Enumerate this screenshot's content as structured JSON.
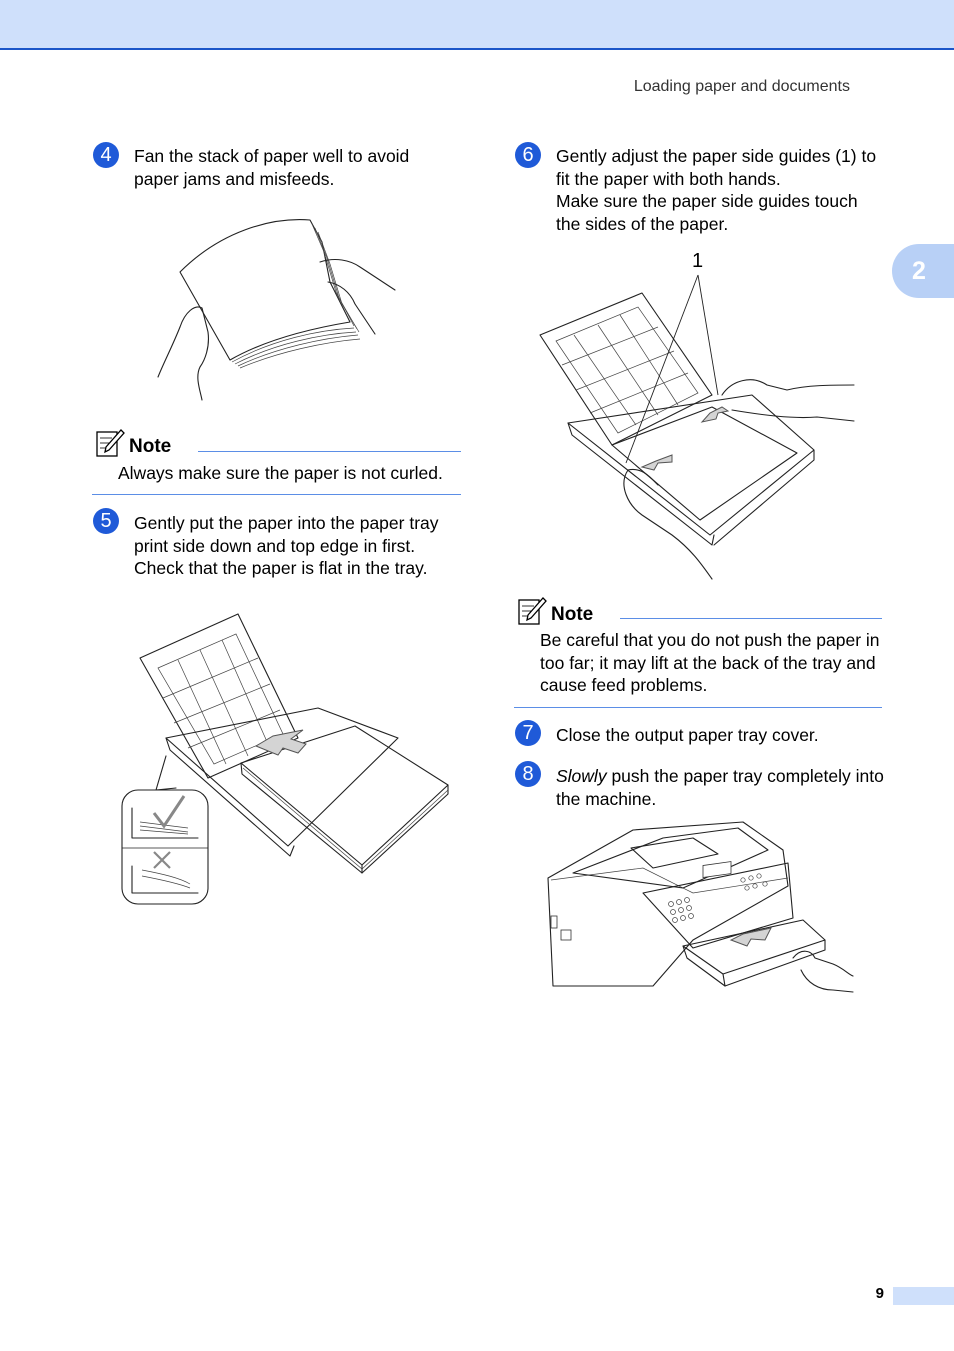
{
  "header": {
    "running_title": "Loading paper and documents"
  },
  "chapter_tab": "2",
  "steps": [
    {
      "num": "4",
      "text": "Fan the stack of paper well to avoid paper jams and misfeeds."
    },
    {
      "num": "5",
      "text": "Gently put the paper into the paper tray print side down and top edge in first. Check that the paper is flat in the tray."
    },
    {
      "num": "6",
      "line1": "Gently adjust the paper side guides (1) to fit the paper with both hands.",
      "line2": "Make sure the paper side guides touch the sides of the paper."
    },
    {
      "num": "7",
      "text": "Close the output paper tray cover."
    },
    {
      "num": "8",
      "emph": "Slowly",
      "rest": " push the paper tray completely into the machine."
    }
  ],
  "notes": [
    {
      "label": "Note",
      "text": "Always make sure the paper is not curled."
    },
    {
      "label": "Note",
      "text": "Be careful that you do not push the paper in too far; it may lift at the back of the tray and cause feed problems."
    }
  ],
  "callout_label": "1",
  "footer": {
    "page_number": "9"
  }
}
